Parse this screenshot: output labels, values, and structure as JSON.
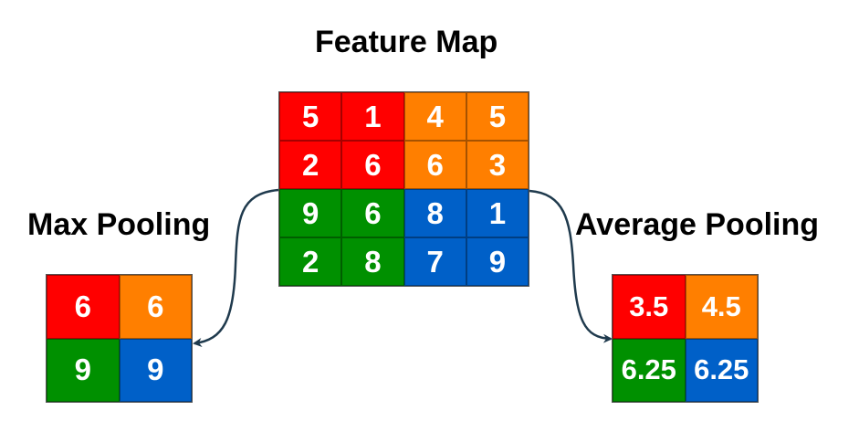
{
  "feature_map": {
    "title": "Feature Map",
    "cells": [
      {
        "value": "5",
        "color": "#ff0000"
      },
      {
        "value": "1",
        "color": "#ff0000"
      },
      {
        "value": "4",
        "color": "#ff7f00"
      },
      {
        "value": "5",
        "color": "#ff7f00"
      },
      {
        "value": "2",
        "color": "#ff0000"
      },
      {
        "value": "6",
        "color": "#ff0000"
      },
      {
        "value": "6",
        "color": "#ff7f00"
      },
      {
        "value": "3",
        "color": "#ff7f00"
      },
      {
        "value": "9",
        "color": "#009000"
      },
      {
        "value": "6",
        "color": "#009000"
      },
      {
        "value": "8",
        "color": "#0060c8"
      },
      {
        "value": "1",
        "color": "#0060c8"
      },
      {
        "value": "2",
        "color": "#009000"
      },
      {
        "value": "8",
        "color": "#009000"
      },
      {
        "value": "7",
        "color": "#0060c8"
      },
      {
        "value": "9",
        "color": "#0060c8"
      }
    ]
  },
  "max_pooling": {
    "title": "Max Pooling",
    "cells": [
      {
        "value": "6",
        "color": "#ff0000"
      },
      {
        "value": "6",
        "color": "#ff7f00"
      },
      {
        "value": "9",
        "color": "#009000"
      },
      {
        "value": "9",
        "color": "#0060c8"
      }
    ]
  },
  "average_pooling": {
    "title": "Average Pooling",
    "cells": [
      {
        "value": "3.5",
        "color": "#ff0000"
      },
      {
        "value": "4.5",
        "color": "#ff7f00"
      },
      {
        "value": "6.25",
        "color": "#009000"
      },
      {
        "value": "6.25",
        "color": "#0060c8"
      }
    ]
  },
  "colors": {
    "arrow": "#1f3a4d",
    "text": "#000000"
  }
}
